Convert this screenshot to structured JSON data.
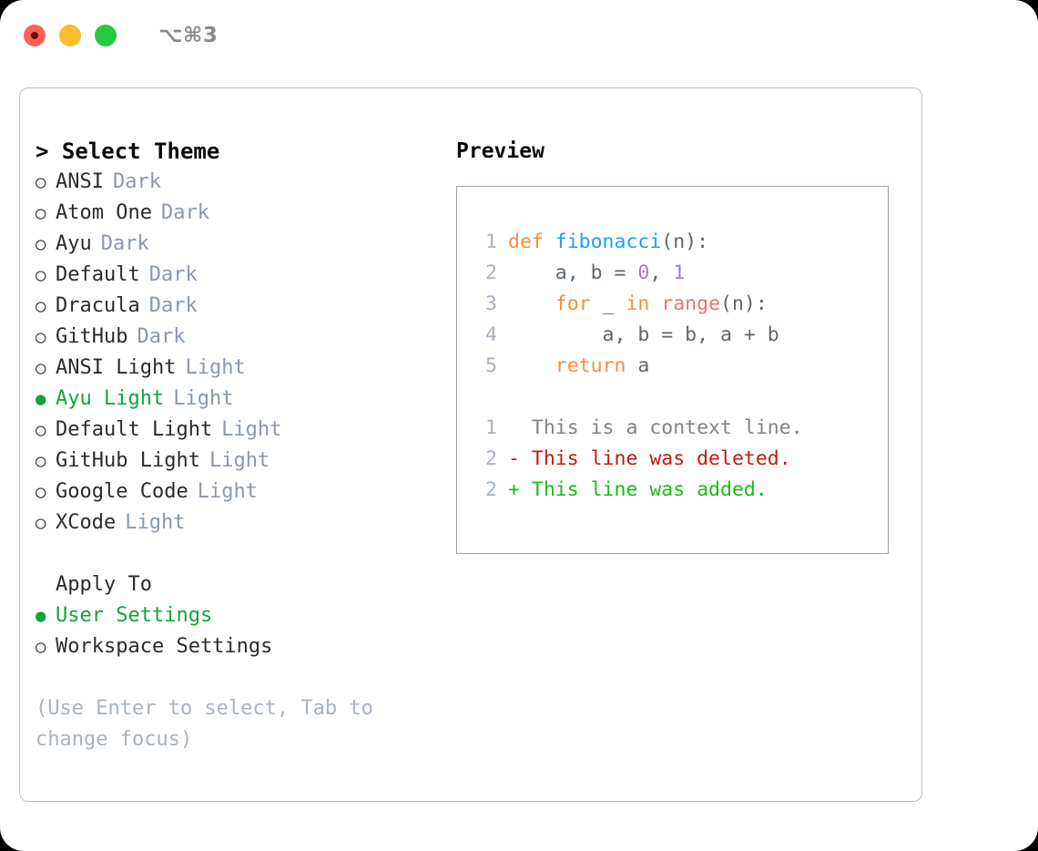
{
  "titlebar": {
    "shortcut": "⌥⌘3",
    "buttons": [
      "close",
      "minimize",
      "maximize"
    ]
  },
  "left": {
    "heading": "> Select Theme",
    "marker_unselected": "○",
    "marker_selected": "●",
    "themes": [
      {
        "name": "ANSI",
        "variant": "Dark",
        "selected": false
      },
      {
        "name": "Atom One",
        "variant": "Dark",
        "selected": false
      },
      {
        "name": "Ayu",
        "variant": "Dark",
        "selected": false
      },
      {
        "name": "Default",
        "variant": "Dark",
        "selected": false
      },
      {
        "name": "Dracula",
        "variant": "Dark",
        "selected": false
      },
      {
        "name": "GitHub",
        "variant": "Dark",
        "selected": false
      },
      {
        "name": "ANSI Light",
        "variant": "Light",
        "selected": false
      },
      {
        "name": "Ayu Light",
        "variant": "Light",
        "selected": true
      },
      {
        "name": "Default Light",
        "variant": "Light",
        "selected": false
      },
      {
        "name": "GitHub Light",
        "variant": "Light",
        "selected": false
      },
      {
        "name": "Google Code",
        "variant": "Light",
        "selected": false
      },
      {
        "name": "XCode",
        "variant": "Light",
        "selected": false
      }
    ],
    "apply_to": {
      "heading": "Apply To",
      "options": [
        {
          "name": "User Settings",
          "selected": true
        },
        {
          "name": "Workspace Settings",
          "selected": false
        }
      ]
    },
    "hint": "(Use Enter to select, Tab to change focus)"
  },
  "right": {
    "heading": "Preview",
    "code": [
      {
        "no": "1",
        "tokens": [
          {
            "t": "def ",
            "c": "kw"
          },
          {
            "t": "fibonacci",
            "c": "fn"
          },
          {
            "t": "(n):",
            "c": "punc"
          }
        ]
      },
      {
        "no": "2",
        "tokens": [
          {
            "t": "    a, b = ",
            "c": "var"
          },
          {
            "t": "0",
            "c": "num"
          },
          {
            "t": ", ",
            "c": "var"
          },
          {
            "t": "1",
            "c": "num"
          }
        ]
      },
      {
        "no": "3",
        "tokens": [
          {
            "t": "    for ",
            "c": "kw"
          },
          {
            "t": "_ ",
            "c": "var"
          },
          {
            "t": "in ",
            "c": "kw"
          },
          {
            "t": "range",
            "c": "call"
          },
          {
            "t": "(n):",
            "c": "punc"
          }
        ]
      },
      {
        "no": "4",
        "tokens": [
          {
            "t": "        a, b = b, a + b",
            "c": "var"
          }
        ]
      },
      {
        "no": "5",
        "tokens": [
          {
            "t": "    return ",
            "c": "kw"
          },
          {
            "t": "a",
            "c": "var"
          }
        ]
      }
    ],
    "diff": [
      {
        "no": "1",
        "text": "  This is a context line.",
        "kind": "ctx"
      },
      {
        "no": "2",
        "text": "- This line was deleted.",
        "kind": "del"
      },
      {
        "no": "2",
        "text": "+ This line was added.",
        "kind": "add"
      }
    ]
  },
  "colors": {
    "accent_green": "#11a33d",
    "keyword": "#fa8d3e",
    "function": "#1e9ef5",
    "number": "#a37acc",
    "call": "#f07171",
    "variable": "#5c6773",
    "variant_label": "#8b98ab",
    "lineno": "#a8b2bf",
    "diff_context": "#828282",
    "diff_deleted": "#c21b10",
    "diff_added": "#18bd18",
    "panel_border": "#b6bfcc",
    "preview_border": "#93a0b0"
  }
}
